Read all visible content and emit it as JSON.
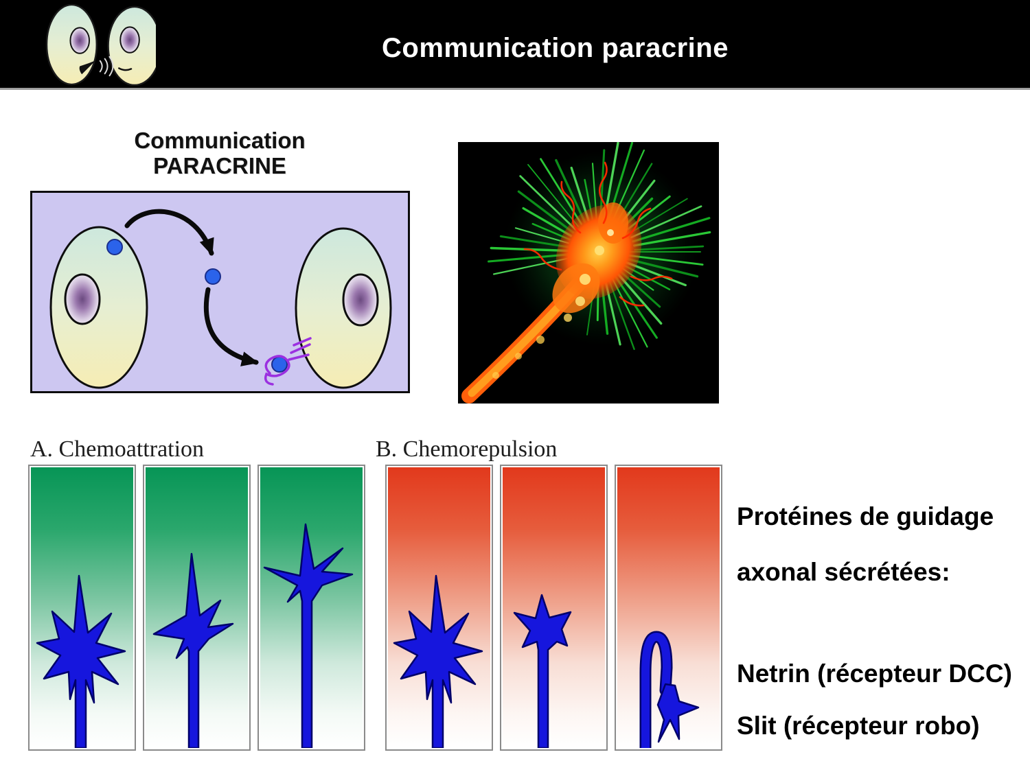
{
  "header": {
    "title": "Communication paracrine"
  },
  "paracrine_diagram": {
    "label_line1": "Communication",
    "label_line2": "PARACRINE"
  },
  "guidance_figure": {
    "section_a_label": "A. Chemoattration",
    "section_b_label": "B. Chemorepulsion"
  },
  "guidance_text": {
    "heading_line1": "Protéines de guidage",
    "heading_line2": "axonal sécrétées:",
    "protein1": "Netrin (récepteur DCC)",
    "protein2": "Slit (récepteur robo)"
  },
  "colors": {
    "header_background": "#000000",
    "attraction_green": "#079556",
    "repulsion_red": "#e2391c",
    "axon_blue": "#1616dd",
    "diagram_background": "#cdc7f1",
    "ligand_blue": "#2b63ea",
    "receptor_purple": "#9b30e0",
    "filopodia_green": "#22cc33",
    "growth_cone_orange": "#ff5f0a"
  }
}
